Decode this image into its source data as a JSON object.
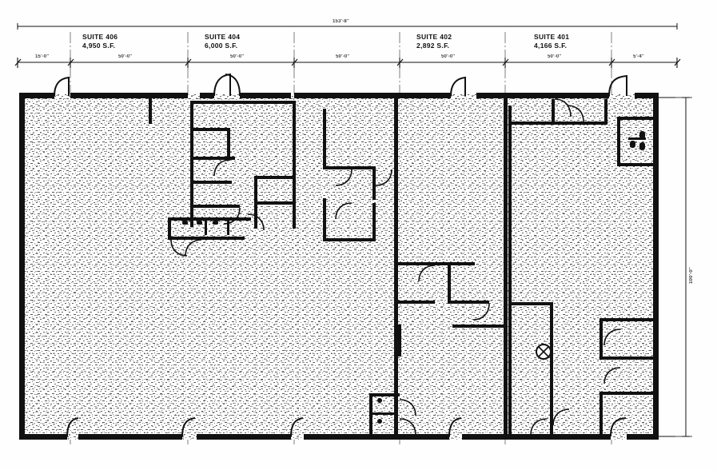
{
  "document": {
    "type": "architectural-floor-plan",
    "title": "Multi-Tenant Building Floor Plan",
    "overall_width_dim": "153'-8\"",
    "overall_depth_dim": "100'-0\""
  },
  "suites": [
    {
      "name": "SUITE 406",
      "area": "4,950 S.F."
    },
    {
      "name": "SUITE 404",
      "area": "6,000 S.F."
    },
    {
      "name": "SUITE 402",
      "area": "2,892 S.F."
    },
    {
      "name": "SUITE 401",
      "area": "4,166 S.F."
    }
  ],
  "dimensions": {
    "top_string": [
      "15'-0\"",
      "50'-0\"",
      "50'-0\"",
      "50'-0\"",
      "50'-0\"",
      "50'-0\"",
      "5'-4\""
    ],
    "right_vertical": "100'-0\""
  },
  "symbols": {
    "column_marker": "circled-x",
    "grid_line_style": "dash-dot centerline"
  }
}
